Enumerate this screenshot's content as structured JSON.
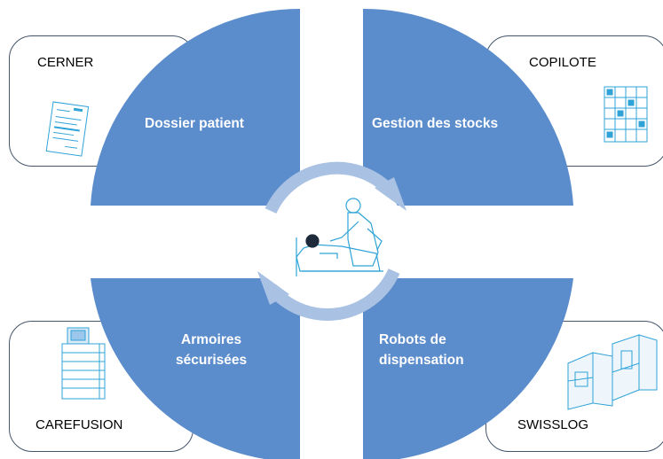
{
  "quadrants": [
    {
      "label_lines": [
        "Dossier patient"
      ],
      "vendor": "CERNER"
    },
    {
      "label_lines": [
        "Gestion des stocks"
      ],
      "vendor": "COPILOTE"
    },
    {
      "label_lines": [
        "Armoires",
        "sécurisées"
      ],
      "vendor": "CAREFUSION"
    },
    {
      "label_lines": [
        "Robots de",
        "dispensation"
      ],
      "vendor": "SWISSLOG"
    }
  ],
  "colors": {
    "quadrant_fill": "#5b8ccb",
    "cycle_arrow": "#a9c1e2",
    "box_border": "#44546a",
    "thumbnail_line": "#2fa3d8"
  },
  "icons": {
    "center": "patient-care-icon",
    "cerner": "document-icon",
    "copilote": "stock-grid-icon",
    "carefusion": "cabinet-icon",
    "swisslog": "robot-icon"
  }
}
